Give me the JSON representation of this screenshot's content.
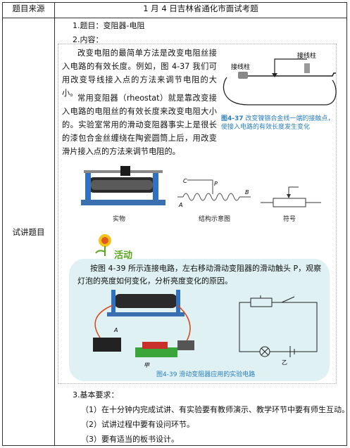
{
  "header": {
    "col1": "题目来源",
    "col2": "1 月 4 日吉林省通化市面试考题"
  },
  "left_label": "试讲题目",
  "topic": "1.题目：变阻器-电阻",
  "content_label": "2.内容：",
  "paragraphs": [
    "改变电阻的最简单方法是改变电阻丝接入电路的有效长度。例如，图 4-37 我们可用改变导线接入点的方法来调节电阻的大小。",
    "常用变阻器（rheostat）就是靠改变接入电路的电阻丝的有效长度来改变电阻大小的。实验室常用的滑动变阻器事实上是很长的漆包合金丝缠绕在陶瓷圆筒上后，用改变滑片接入点的方法来调节电阻的。"
  ],
  "figure_437": {
    "label_left": "接线柱",
    "label_right": "接线柱",
    "caption_num": "图4-37",
    "caption_text": "改变镍铬合金线一端的接触点，使接入电路的有效长度发生变化"
  },
  "figure_row": {
    "photo_label": "实物",
    "schematic_label": "结构示意图",
    "symbol_label": "符号",
    "letters": {
      "a": "A",
      "b": "B",
      "c": "C",
      "p": "P"
    }
  },
  "activity": {
    "label": "活动",
    "text": "按图 4-39 所示连接电路，左右移动滑动变阻器的滑动触头 P，观察灯泡的亮度如何变化，分析亮度变化的原因。",
    "caption": "图4-39  滑动变阻器应用的实验电路",
    "sub_a": "A",
    "sub_b": "甲",
    "sub_c": "乙"
  },
  "requirements": {
    "title": "3.基本要求：",
    "items": [
      "（1）在十分钟内完成试讲、有实验要有教师演示、教学环节中要有师生互动。",
      "（2）试讲过程中要有设问环节。",
      "（3）要有适当的板书设计。"
    ]
  },
  "colors": {
    "caption_blue": "#2a7fbf",
    "activity_bg": "#dff1f3",
    "activity_green": "#59a51f",
    "base_teal": "#1c8a8f"
  }
}
